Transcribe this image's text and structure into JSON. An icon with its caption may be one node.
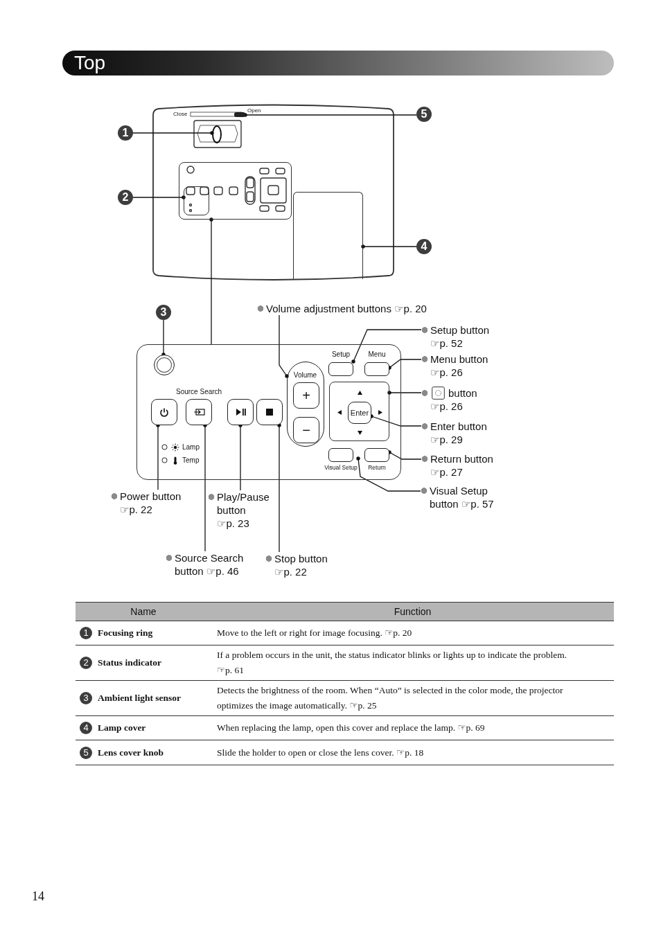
{
  "diagram": {
    "title": "Top",
    "nodes": [
      {
        "text": [
          "1"
        ]
      },
      {
        "text": [
          "5"
        ]
      },
      {
        "text": [],
        "shape": "knob"
      },
      {
        "text": [],
        "shape": "ring"
      },
      {
        "text": [
          "2"
        ]
      },
      {
        "text": [],
        "shape": "box"
      },
      {
        "text": [],
        "shape": "box",
        "in": 5
      },
      {
        "text": [
          "4"
        ]
      },
      {
        "text": [],
        "shape": "box"
      },
      {
        "text": [
          "3"
        ]
      },
      {
        "text": [],
        "shape": "box"
      },
      {
        "text": [],
        "shape": "circle",
        "in": 10
      },
      {
        "text": [],
        "shape": "button",
        "in": 10
      },
      {
        "text": [
          "Source Search"
        ],
        "in": 10
      },
      {
        "text": [],
        "shape": "button",
        "in": 10
      },
      {
        "text": [],
        "shape": "button",
        "in": 10
      },
      {
        "text": [
          "Volume"
        ],
        "in": 10
      },
      {
        "text": [
          "+"
        ],
        "in": 16
      },
      {
        "text": [
          "−"
        ],
        "in": 16
      },
      {
        "text": [
          "Setup"
        ],
        "in": 10
      },
      {
        "text": [
          "Menu"
        ],
        "in": 10
      },
      {
        "text": [],
        "shape": "box",
        "in": 10
      },
      {
        "text": [
          "Enter"
        ],
        "in": 21
      },
      {
        "text": [
          "Visual Setup"
        ],
        "in": 10
      },
      {
        "text": [
          "Return"
        ],
        "in": 10
      },
      {
        "text": [
          "Volume adjustment buttons ☞p. 20"
        ]
      },
      {
        "text": [
          "Setup button ☞p. 52"
        ]
      },
      {
        "text": [
          "Menu button ☞p. 26"
        ]
      },
      {
        "text": [
          "button ☞p. 26"
        ]
      },
      {
        "text": [
          "Enter button ☞p. 29"
        ]
      },
      {
        "text": [
          "Return button ☞p. 27"
        ]
      },
      {
        "text": [
          "Visual Setup button ☞p. 57"
        ]
      },
      {
        "text": [
          "Power button ☞p. 22"
        ]
      },
      {
        "text": [
          "Play/Pause button ☞p. 23"
        ]
      },
      {
        "text": [
          "Source Search button ☞p. 46"
        ]
      },
      {
        "text": [
          "Stop button ☞p. 22"
        ]
      }
    ],
    "edges": [
      {
        "from": 0,
        "to": 3,
        "arrow": "other"
      },
      {
        "from": 1,
        "to": 2,
        "arrow": "other"
      },
      {
        "from": 4,
        "to": 6,
        "arrow": "other"
      },
      {
        "from": 7,
        "to": 8,
        "arrow": "other"
      },
      {
        "from": 10,
        "to": 5,
        "arrow": "other"
      },
      {
        "from": 9,
        "to": 11,
        "arrow": "other"
      },
      {
        "from": 25,
        "to": 16,
        "arrow": "other"
      },
      {
        "from": 26,
        "to": 19,
        "arrow": "other"
      },
      {
        "from": 27,
        "to": 20,
        "arrow": "other"
      },
      {
        "from": 28,
        "to": 21,
        "arrow": "other"
      },
      {
        "from": 29,
        "to": 22,
        "arrow": "other"
      },
      {
        "from": 30,
        "to": 24,
        "arrow": "other"
      },
      {
        "from": 31,
        "to": 23,
        "arrow": "other"
      },
      {
        "from": 32,
        "to": 12,
        "arrow": "other"
      },
      {
        "from": 33,
        "to": 14,
        "arrow": "other"
      },
      {
        "from": 34,
        "to": 13,
        "arrow": "other"
      },
      {
        "from": 35,
        "to": 15,
        "arrow": "other"
      }
    ],
    "labels": [
      "Close",
      "Open",
      "Lamp",
      "Temp",
      "Name",
      "Function",
      "1",
      "Focusing ring",
      "Move to the left or right for image focusing. ☞p. 20",
      "2",
      "Status indicator",
      "If a problem occurs in the unit, the status indicator blinks or lights up to indicate the problem. ☞p. 61",
      "3",
      "Ambient light sensor",
      "Detects the brightness of the room.  When “Auto” is selected in the color mode, the projector optimizes the image automatically. ☞p. 25",
      "4",
      "Lamp cover",
      "When replacing the lamp, open this cover and replace the lamp. ☞p. 69",
      "5",
      "Lens cover knob",
      "Slide the holder to open or close the lens cover. ☞p. 18",
      "14"
    ]
  }
}
